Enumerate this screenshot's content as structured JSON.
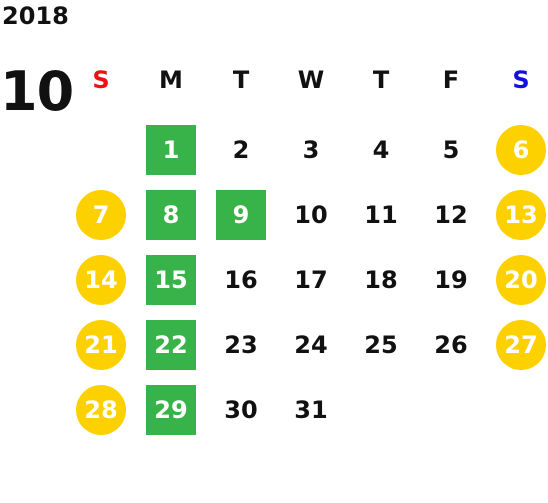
{
  "year": "2018",
  "month": "10",
  "weekdays": [
    "S",
    "M",
    "T",
    "W",
    "T",
    "F",
    "S"
  ],
  "colors": {
    "sunday_label": "#ee1111",
    "saturday_label": "#1111dd",
    "green_highlight": "#37b34a",
    "yellow_highlight": "#fdd000"
  },
  "weeks": [
    [
      null,
      {
        "d": "1",
        "style": "green"
      },
      {
        "d": "2"
      },
      {
        "d": "3"
      },
      {
        "d": "4"
      },
      {
        "d": "5"
      },
      {
        "d": "6",
        "style": "yellow"
      }
    ],
    [
      {
        "d": "7",
        "style": "yellow"
      },
      {
        "d": "8",
        "style": "green"
      },
      {
        "d": "9",
        "style": "green"
      },
      {
        "d": "10"
      },
      {
        "d": "11"
      },
      {
        "d": "12"
      },
      {
        "d": "13",
        "style": "yellow"
      }
    ],
    [
      {
        "d": "14",
        "style": "yellow"
      },
      {
        "d": "15",
        "style": "green"
      },
      {
        "d": "16"
      },
      {
        "d": "17"
      },
      {
        "d": "18"
      },
      {
        "d": "19"
      },
      {
        "d": "20",
        "style": "yellow"
      }
    ],
    [
      {
        "d": "21",
        "style": "yellow"
      },
      {
        "d": "22",
        "style": "green"
      },
      {
        "d": "23"
      },
      {
        "d": "24"
      },
      {
        "d": "25"
      },
      {
        "d": "26"
      },
      {
        "d": "27",
        "style": "yellow"
      }
    ],
    [
      {
        "d": "28",
        "style": "yellow"
      },
      {
        "d": "29",
        "style": "green"
      },
      {
        "d": "30"
      },
      {
        "d": "31"
      },
      null,
      null,
      null
    ]
  ]
}
